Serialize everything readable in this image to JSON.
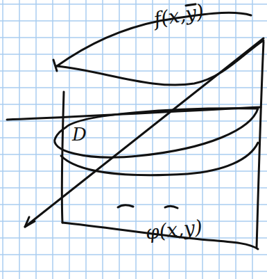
{
  "diagram": {
    "labels": [
      "f(x,y)",
      "D",
      "φ(x,y)"
    ]
  }
}
